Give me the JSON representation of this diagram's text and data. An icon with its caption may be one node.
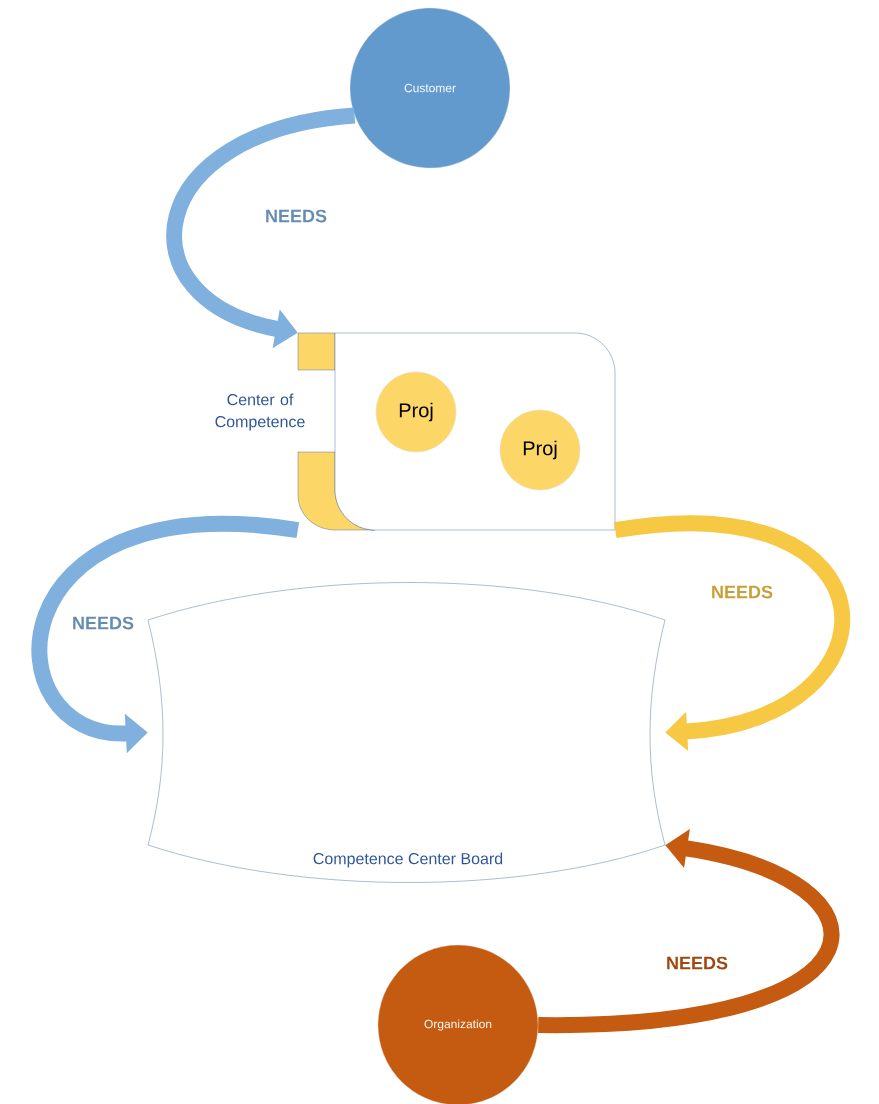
{
  "diagram": {
    "nodes": [
      {
        "text": [
          "Customer"
        ]
      },
      {
        "text": [
          "Center of Competence"
        ]
      },
      {
        "text": [
          "Proj"
        ],
        "in": 1
      },
      {
        "text": [
          "Proj"
        ],
        "in": 1
      },
      {
        "text": [
          "Competence Center Board"
        ]
      },
      {
        "text": [
          "Organization"
        ]
      }
    ],
    "edges": [
      {
        "from": 0,
        "to": 1,
        "arrow": "to",
        "label": "NEEDS",
        "color": "#7fb0de"
      },
      {
        "from": 1,
        "to": 4,
        "arrow": "to",
        "label": "NEEDS",
        "color": "#f7c843"
      },
      {
        "from": 1,
        "to": 4,
        "arrow": "to",
        "label": "NEEDS",
        "color": "#7fb0de"
      },
      {
        "from": 5,
        "to": 4,
        "arrow": "to",
        "label": "NEEDS",
        "color": "#c55a11"
      }
    ]
  }
}
